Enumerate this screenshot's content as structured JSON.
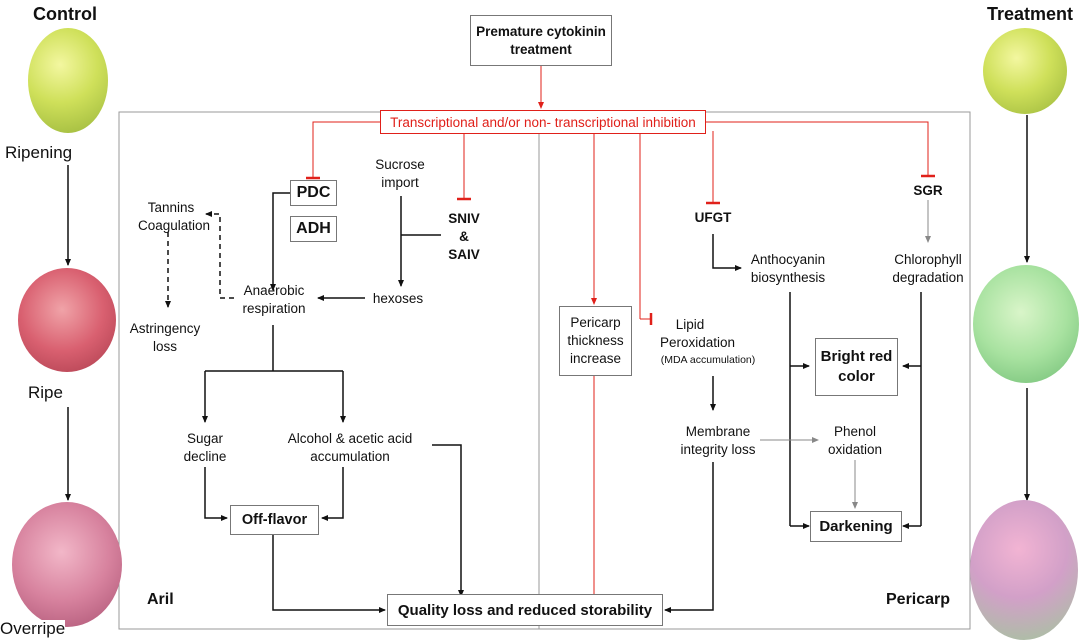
{
  "side_left": {
    "title": "Control",
    "stage1": "Ripening",
    "stage2": "Ripe",
    "stage3": "Overripe"
  },
  "side_right": {
    "title": "Treatment"
  },
  "top": {
    "treatment": "Premature cytokinin treatment",
    "inhibition": "Transcriptional and/or non- transcriptional  inhibition"
  },
  "aril": {
    "section_label": "Aril",
    "pdc": "PDC",
    "adh": "ADH",
    "sucrose_import": "Sucrose import",
    "sniv": "SNIV",
    "amp": "&",
    "saiv": "SAIV",
    "tannins": "Tannins Coagulation",
    "astringency": "Astringency loss",
    "anaerobic": "Anaerobic respiration",
    "hexoses": "hexoses",
    "sugar_decline": "Sugar decline",
    "alcohol": "Alcohol & acetic acid accumulation",
    "off_flavor": "Off-flavor"
  },
  "pericarp": {
    "section_label": "Pericarp",
    "thickness": "Pericarp thickness increase",
    "lipid": "Lipid Peroxidation",
    "mda": "(MDA accumulation)",
    "ufgt": "UFGT",
    "anthocyanin": "Anthocyanin biosynthesis",
    "sgr": "SGR",
    "chlorophyll": "Chlorophyll degradation",
    "bright_red": "Bright red color",
    "membrane": "Membrane integrity loss",
    "phenol": "Phenol oxidation",
    "darkening": "Darkening"
  },
  "bottom": {
    "quality_loss": "Quality loss and reduced storability"
  },
  "colors": {
    "inhibition": "#e0201a",
    "arrow": "#111111",
    "frame": "#9a9a9a"
  }
}
